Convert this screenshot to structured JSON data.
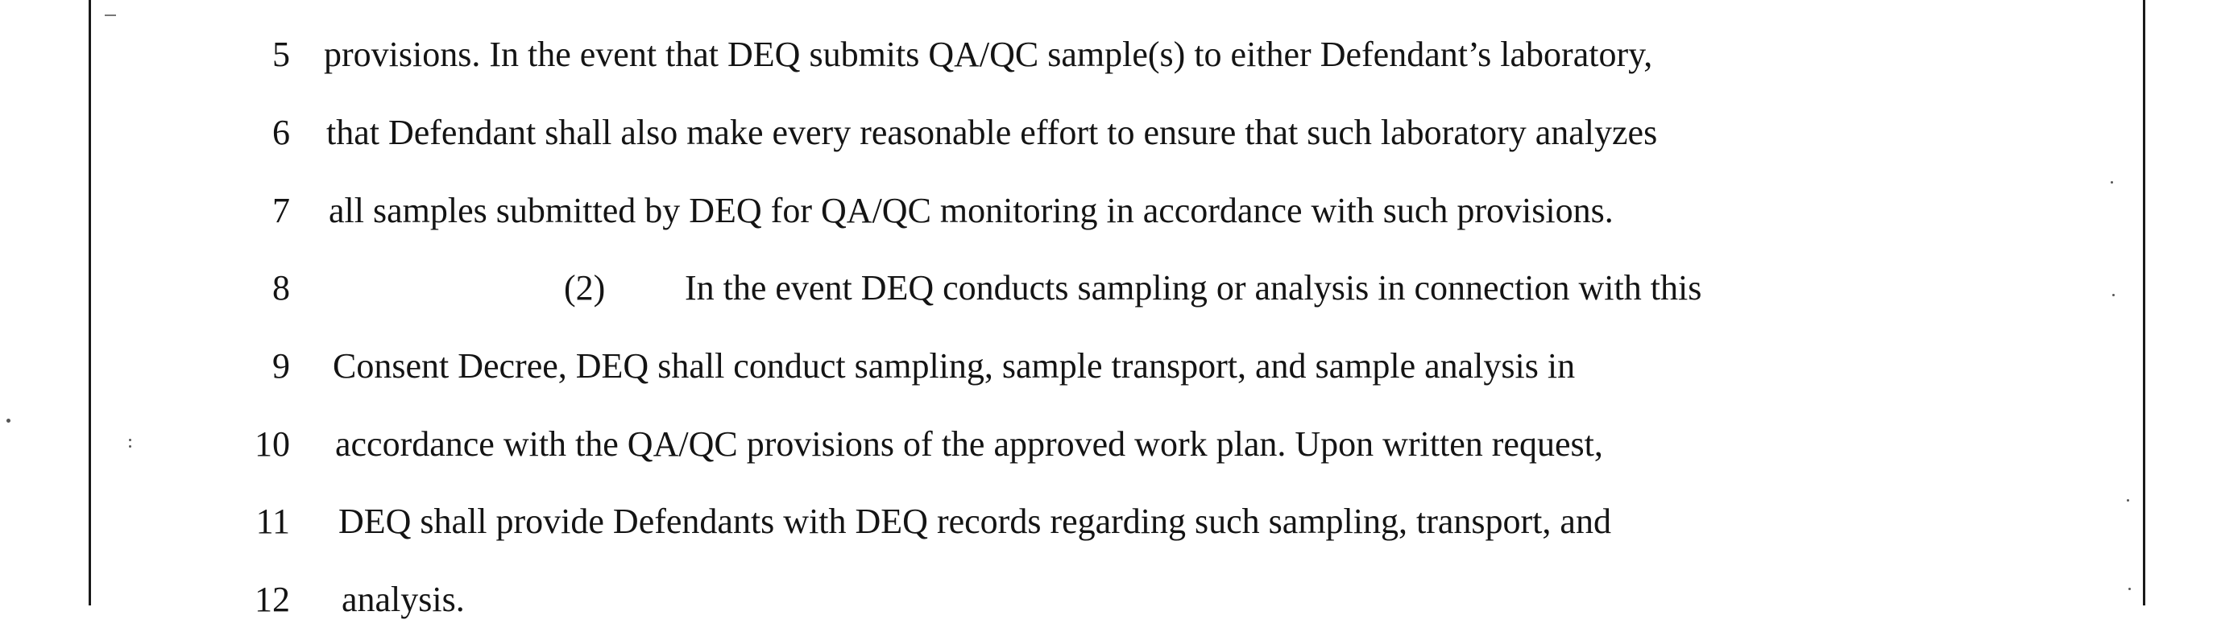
{
  "document": {
    "lines": [
      {
        "number": "5",
        "text": "provisions.  In the event that DEQ submits QA/QC sample(s) to either Defendant’s laboratory,"
      },
      {
        "number": "6",
        "text": "that Defendant shall also make every reasonable effort to ensure that such laboratory analyzes"
      },
      {
        "number": "7",
        "text": "all samples submitted by DEQ for QA/QC monitoring in accordance with such provisions."
      },
      {
        "number": "8",
        "marker": "(2)",
        "text": "In the event DEQ conducts sampling or analysis in connection with this"
      },
      {
        "number": "9",
        "text": "Consent Decree, DEQ shall conduct sampling, sample transport, and sample analysis in"
      },
      {
        "number": "10",
        "text": "accordance with the QA/QC provisions of the approved work plan.  Upon written request,"
      },
      {
        "number": "11",
        "text": "DEQ shall provide Defendants with DEQ records regarding such sampling, transport, and"
      },
      {
        "number": "12",
        "text": "analysis."
      }
    ]
  }
}
